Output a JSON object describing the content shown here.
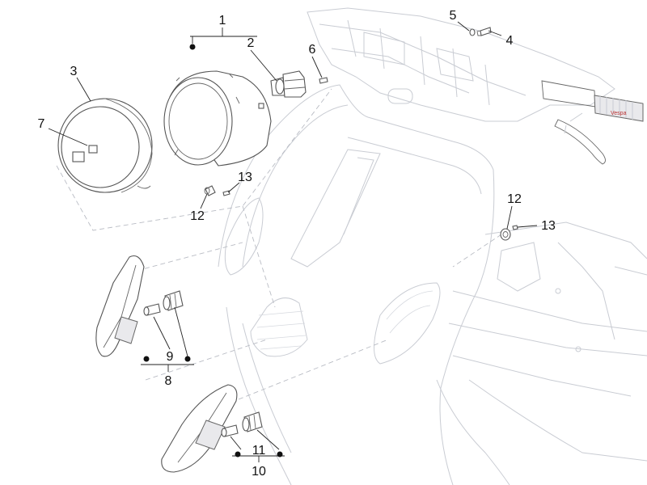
{
  "callouts": {
    "c1": "1",
    "c2": "2",
    "c3": "3",
    "c4": "4",
    "c5": "5",
    "c6": "6",
    "c7": "7",
    "c8": "8",
    "c9": "9",
    "c10": "10",
    "c11": "11",
    "c12a": "12",
    "c12b": "12",
    "c13a": "13",
    "c13b": "13"
  },
  "brand_text": "Vespa"
}
